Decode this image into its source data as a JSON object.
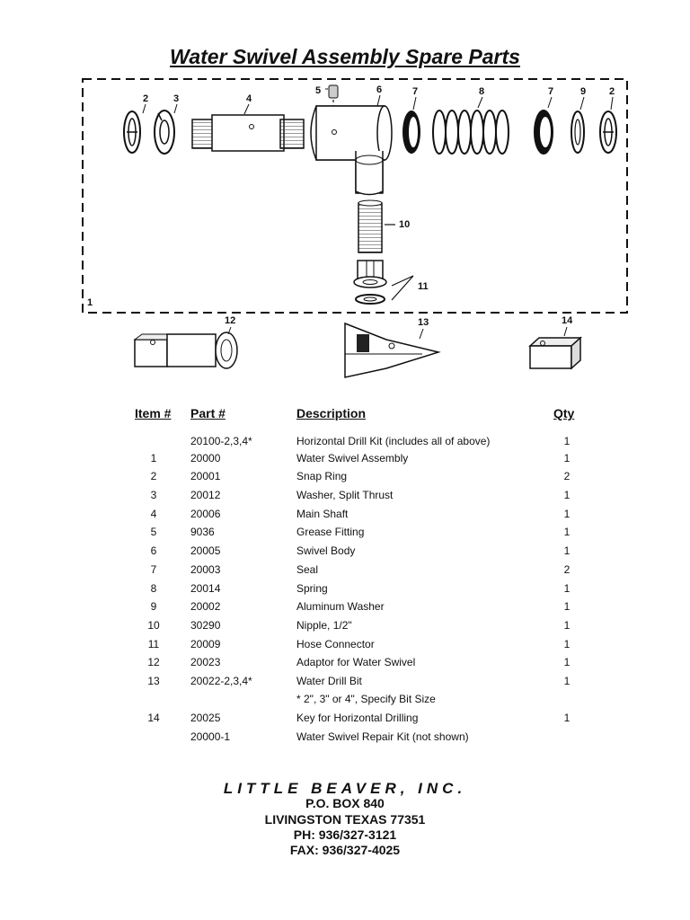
{
  "title": "Water Swivel Assembly Spare Parts",
  "callouts": {
    "c1": "1",
    "c2a": "2",
    "c3": "3",
    "c4": "4",
    "c5": "5",
    "c6": "6",
    "c7a": "7",
    "c8": "8",
    "c7b": "7",
    "c9": "9",
    "c2b": "2",
    "c10": "10",
    "c11": "11",
    "c12": "12",
    "c13": "13",
    "c14": "14"
  },
  "table": {
    "headers": {
      "item": "Item #",
      "part": "Part #",
      "description": "Description",
      "qty": "Qty"
    },
    "rows": [
      {
        "item": "",
        "part": "20100-2,3,4*",
        "description": "Horizontal Drill Kit (includes all of above)",
        "qty": "1"
      },
      {
        "item": "1",
        "part": "20000",
        "description": "Water Swivel Assembly",
        "qty": "1"
      },
      {
        "item": "2",
        "part": "20001",
        "description": "Snap Ring",
        "qty": "2"
      },
      {
        "item": "3",
        "part": "20012",
        "description": "Washer, Split Thrust",
        "qty": "1"
      },
      {
        "item": "4",
        "part": "20006",
        "description": "Main Shaft",
        "qty": "1"
      },
      {
        "item": "5",
        "part": "9036",
        "description": "Grease Fitting",
        "qty": "1"
      },
      {
        "item": "6",
        "part": "20005",
        "description": "Swivel Body",
        "qty": "1"
      },
      {
        "item": "7",
        "part": "20003",
        "description": "Seal",
        "qty": "2"
      },
      {
        "item": "8",
        "part": "20014",
        "description": "Spring",
        "qty": "1"
      },
      {
        "item": "9",
        "part": "20002",
        "description": "Aluminum Washer",
        "qty": "1"
      },
      {
        "item": "10",
        "part": "30290",
        "description": "Nipple, 1/2\"",
        "qty": "1"
      },
      {
        "item": "11",
        "part": "20009",
        "description": "Hose Connector",
        "qty": "1"
      },
      {
        "item": "12",
        "part": "20023",
        "description": "Adaptor for Water Swivel",
        "qty": "1"
      },
      {
        "item": "13",
        "part": "20022-2,3,4*",
        "description": "Water Drill Bit",
        "qty": "1"
      },
      {
        "item": "",
        "part": "",
        "description": "* 2\", 3\" or 4\", Specify Bit Size",
        "qty": ""
      },
      {
        "item": "14",
        "part": "20025",
        "description": "Key for Horizontal Drilling",
        "qty": "1"
      },
      {
        "item": "",
        "part": "20000-1",
        "description": "Water Swivel Repair Kit (not shown)",
        "qty": ""
      }
    ]
  },
  "footer": {
    "company": "LITTLE BEAVER, INC.",
    "address": "P.O. BOX 840",
    "city": "LIVINGSTON TEXAS 77351",
    "phone": "PH: 936/327-3121",
    "fax": "FAX: 936/327-4025"
  }
}
